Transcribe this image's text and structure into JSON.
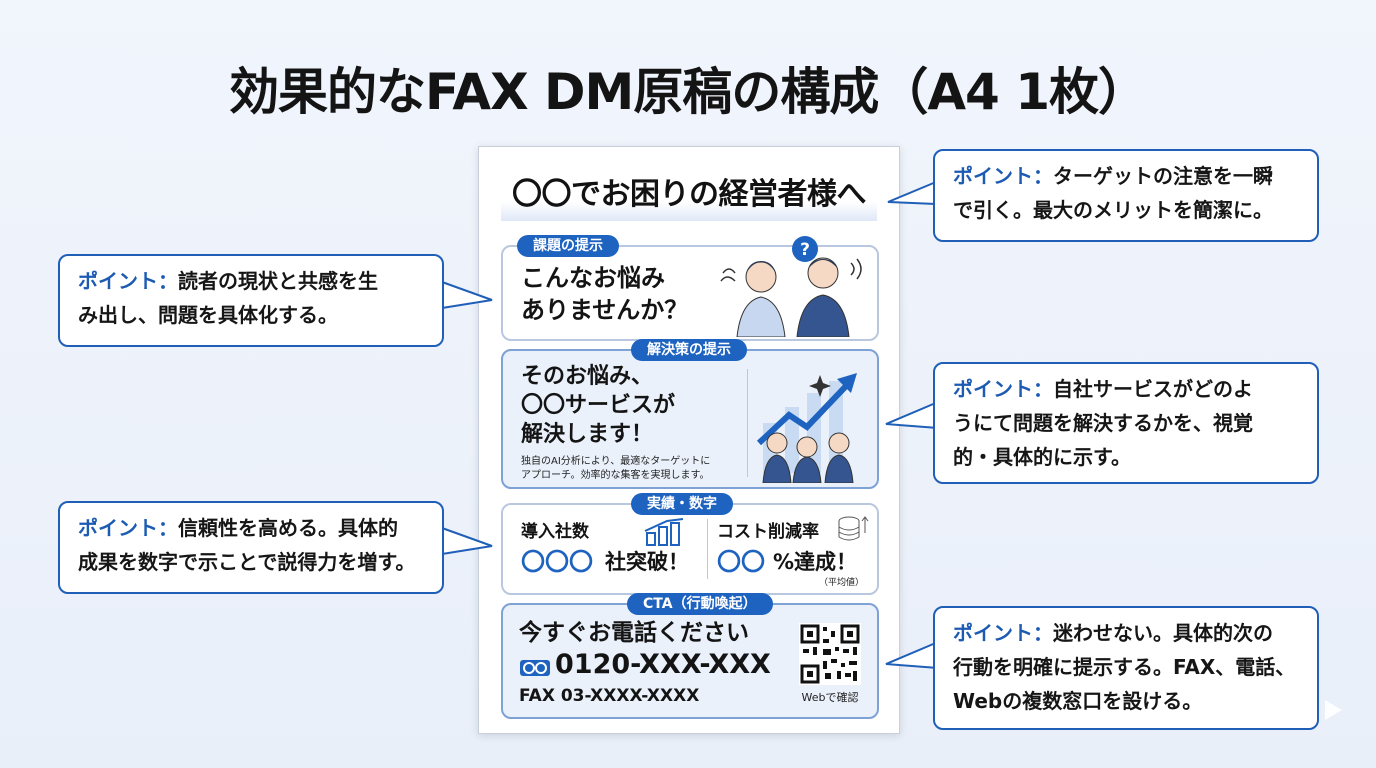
{
  "title": "効果的なFAX DM原稿の構成（A4 1枚）",
  "sheet": {
    "headline": "〇〇でお困りの経営者様へ",
    "problem": {
      "label": "課題の提示",
      "line1": "こんなお悩み",
      "line2": "ありませんか？",
      "question_mark": "?"
    },
    "solution": {
      "label": "解決策の提示",
      "line1": "そのお悩み、",
      "line2": "〇〇サービスが",
      "line3": "解決します！",
      "desc1": "独自のAI分析により、最適なターゲットに",
      "desc2": "アプローチ。効率的な集客を実現します。"
    },
    "results": {
      "label": "実績・数字",
      "left_title": "導入社数",
      "left_value": "〇〇〇",
      "left_suffix": "社突破！",
      "right_title": "コスト削減率",
      "right_value": "〇〇",
      "right_suffix": "%達成！",
      "right_note": "（平均値）"
    },
    "cta": {
      "label": "CTA（行動喚起）",
      "line1": "今すぐお電話ください",
      "free_dial_icon": "free-dial-icon",
      "phone": "0120-XXX-XXX",
      "fax": "FAX 03-XXXX-XXXX",
      "qr_caption": "Webで確認"
    }
  },
  "callouts": {
    "headline": {
      "key": "ポイント：",
      "text1": "ターゲットの注意を一瞬",
      "text2": "で引く。最大のメリットを簡潔に。"
    },
    "problem": {
      "key": "ポイント：",
      "text1": "読者の現状と共感を生",
      "text2": "み出し、問題を具体化する。"
    },
    "solution": {
      "key": "ポイント：",
      "text1": "自社サービスがどのよ",
      "text2": "うにて問題を解決するかを、視覚",
      "text3": "的・具体的に示す。"
    },
    "results": {
      "key": "ポイント：",
      "text1": "信頼性を高める。具体的",
      "text2": "成果を数字で示ことで説得力を増す。"
    },
    "cta": {
      "key": "ポイント：",
      "text1": "迷わせない。具体的次の",
      "text2": "行動を明確に提示する。FAX、電話、",
      "text3": "Webの複数窓口を設ける。"
    }
  },
  "colors": {
    "accent": "#1e63c0",
    "border": "#1f5fb8",
    "light": "#eaf1fb"
  }
}
